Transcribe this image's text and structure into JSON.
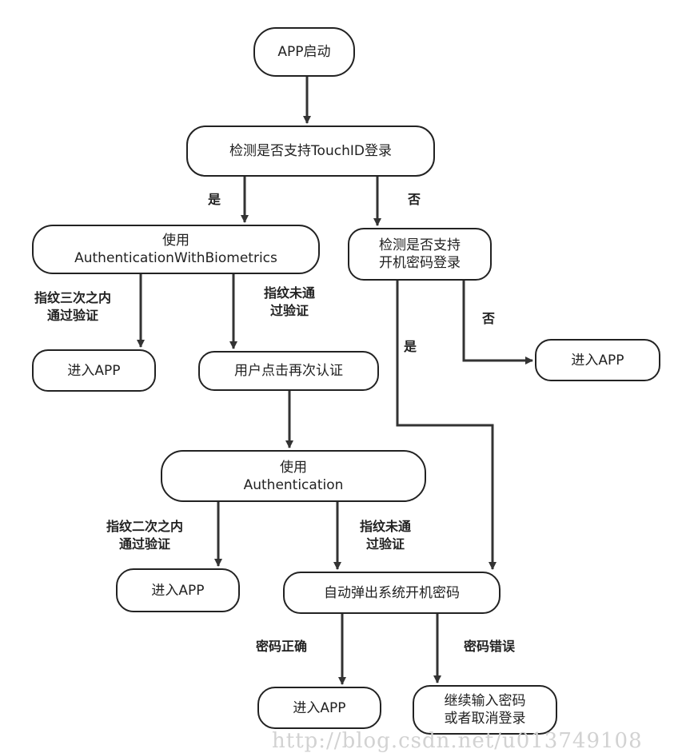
{
  "nodes": {
    "app_start": "APP启动",
    "check_touchid": "检测是否支持TouchID登录",
    "use_auth_biometrics": [
      "使用",
      "AuthenticationWithBiometrics"
    ],
    "check_passcode": [
      "检测是否支持",
      "开机密码登录"
    ],
    "enter_app_1": "进入APP",
    "user_retry": "用户点击再次认证",
    "enter_app_2": "进入APP",
    "use_authentication": [
      "使用",
      "Authentication"
    ],
    "enter_app_3": "进入APP",
    "auto_passcode": "自动弹出系统开机密码",
    "enter_app_4": "进入APP",
    "continue_or_cancel": [
      "继续输入密码",
      "或者取消登录"
    ]
  },
  "labels": {
    "yes_touchid": "是",
    "no_touchid": "否",
    "fp_three_pass": [
      "指纹三次之内",
      "通过验证"
    ],
    "fp_fail_1": [
      "指纹未通",
      "过验证"
    ],
    "no_passcode": "否",
    "yes_passcode": "是",
    "fp_two_pass": [
      "指纹二次之内",
      "通过验证"
    ],
    "fp_fail_2": [
      "指纹未通",
      "过验证"
    ],
    "pw_correct": "密码正确",
    "pw_wrong": "密码错误"
  },
  "watermark": "http://blog.csdn.net/u013749108"
}
